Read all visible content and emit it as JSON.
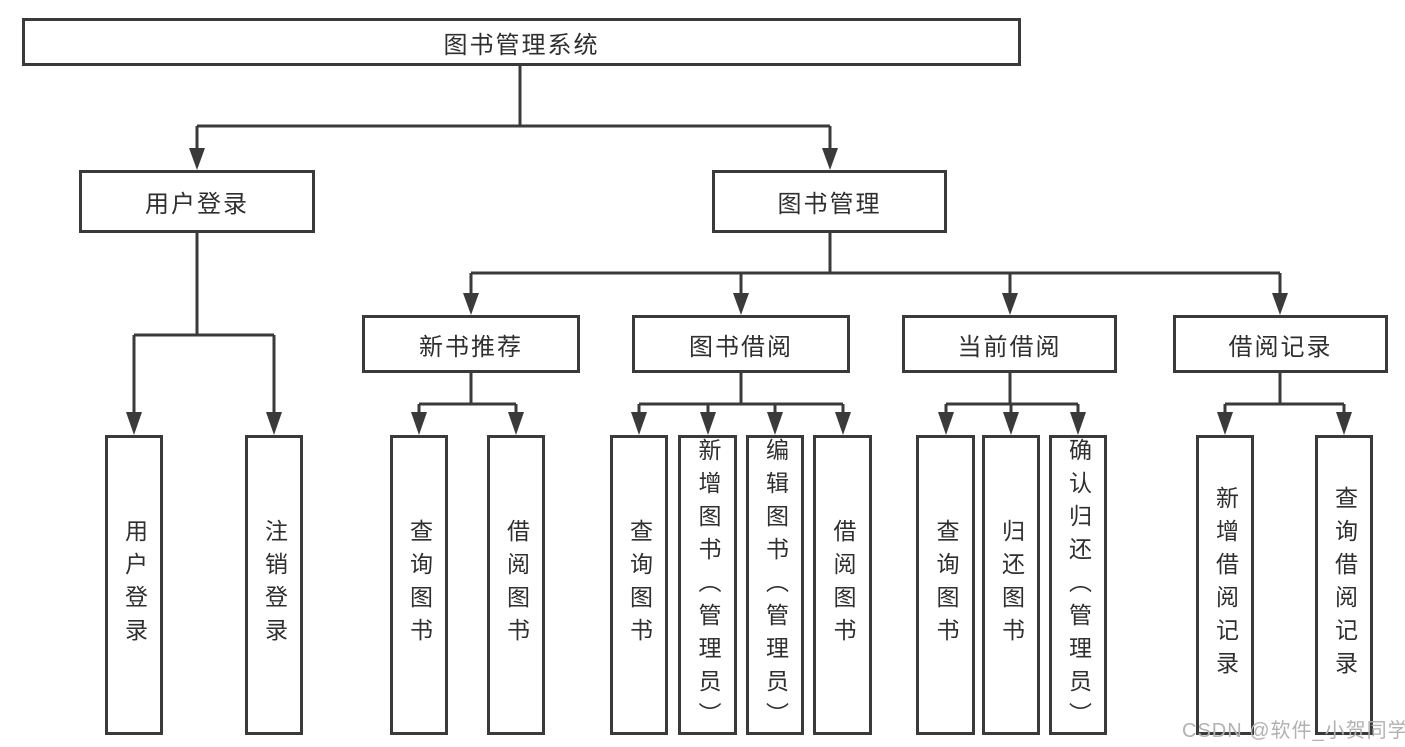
{
  "diagram_type": "hierarchy-flowchart",
  "tree": {
    "label": "图书管理系统",
    "children": [
      {
        "label": "用户登录",
        "children": [
          {
            "label": "用户登录"
          },
          {
            "label": "注销登录"
          }
        ]
      },
      {
        "label": "图书管理",
        "children": [
          {
            "label": "新书推荐",
            "children": [
              {
                "label": "查询图书"
              },
              {
                "label": "借阅图书"
              }
            ]
          },
          {
            "label": "图书借阅",
            "children": [
              {
                "label": "查询图书"
              },
              {
                "label": "新增图书（管理员）"
              },
              {
                "label": "编辑图书（管理员）"
              },
              {
                "label": "借阅图书"
              }
            ]
          },
          {
            "label": "当前借阅",
            "children": [
              {
                "label": "查询图书"
              },
              {
                "label": "归还图书"
              },
              {
                "label": "确认归还（管理员）"
              }
            ]
          },
          {
            "label": "借阅记录",
            "children": [
              {
                "label": "新增借阅记录"
              },
              {
                "label": "查询借阅记录"
              }
            ]
          }
        ]
      }
    ]
  },
  "watermark": "CSDN @软件_小贺同学",
  "colors": {
    "line": "#3a3a3a",
    "box_border": "#3a3a3a",
    "text": "#2f2f2f",
    "watermark": "#b2b2b2",
    "background": "#ffffff"
  }
}
